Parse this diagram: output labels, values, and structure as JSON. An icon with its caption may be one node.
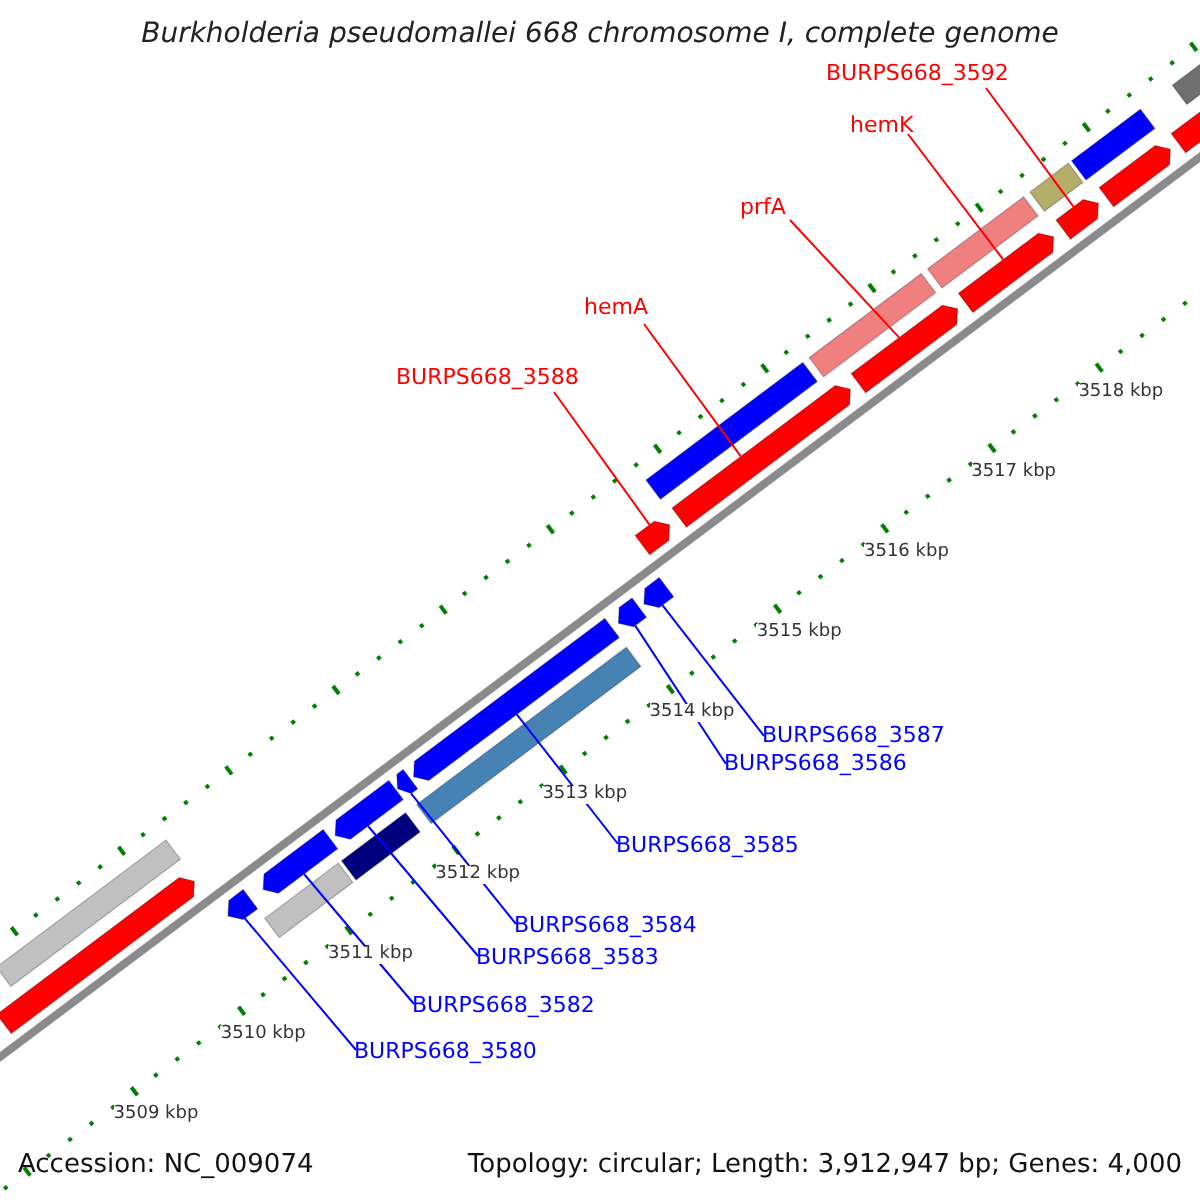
{
  "diagram": {
    "title": "Burkholderia pseudomallei 668 chromosome I, complete genome",
    "nodes": [
      {
        "text": [
          "BURPS668_3592"
        ]
      },
      {
        "text": [
          "hemK"
        ]
      },
      {
        "text": [
          "prfA"
        ]
      },
      {
        "text": [
          "hemA"
        ]
      },
      {
        "text": [
          "BURPS668_3588"
        ]
      },
      {
        "text": [
          "BURPS668_3587"
        ]
      },
      {
        "text": [
          "BURPS668_3586"
        ]
      },
      {
        "text": [
          "BURPS668_3585"
        ]
      },
      {
        "text": [
          "BURPS668_3584"
        ]
      },
      {
        "text": [
          "BURPS668_3583"
        ]
      },
      {
        "text": [
          "BURPS668_3582"
        ]
      },
      {
        "text": [
          "BURPS668_3580"
        ]
      },
      {
        "text": [],
        "shape": "bar"
      },
      {
        "text": [],
        "shape": "bar"
      },
      {
        "text": [],
        "shape": "bar"
      },
      {
        "text": [],
        "shape": "bar"
      },
      {
        "text": [],
        "shape": "bar"
      },
      {
        "text": [],
        "shape": "bar"
      },
      {
        "text": [],
        "shape": "bar"
      },
      {
        "text": [],
        "shape": "bar"
      },
      {
        "text": [],
        "shape": "bar"
      },
      {
        "text": [],
        "shape": "bar"
      },
      {
        "text": [],
        "shape": "bar"
      },
      {
        "text": [],
        "shape": "bar"
      },
      {
        "text": [],
        "shape": "bar"
      },
      {
        "text": [],
        "shape": "bar"
      },
      {
        "text": [],
        "shape": "bar"
      },
      {
        "text": [],
        "shape": "bar"
      },
      {
        "text": [],
        "shape": "bar"
      },
      {
        "text": [],
        "shape": "bar"
      },
      {
        "text": [],
        "shape": "bar"
      },
      {
        "text": [],
        "shape": "bar"
      },
      {
        "text": [],
        "shape": "bar"
      },
      {
        "text": [],
        "shape": "bar"
      },
      {
        "text": [],
        "shape": "bar"
      },
      {
        "text": [],
        "shape": "bar"
      },
      {
        "text": [],
        "shape": "bar"
      }
    ],
    "edges": [
      {
        "from": 0,
        "to": 23,
        "arrow": "none",
        "color": "#ff0000"
      },
      {
        "from": 1,
        "to": 22,
        "arrow": "none",
        "color": "#ff0000"
      },
      {
        "from": 2,
        "to": 21,
        "arrow": "none",
        "color": "#ff0000"
      },
      {
        "from": 3,
        "to": 20,
        "arrow": "none",
        "color": "#ff0000"
      },
      {
        "from": 4,
        "to": 19,
        "arrow": "none",
        "color": "#ff0000"
      },
      {
        "from": 5,
        "to": 18,
        "arrow": "none"
      },
      {
        "from": 6,
        "to": 17,
        "arrow": "none"
      },
      {
        "from": 7,
        "to": 16,
        "arrow": "none"
      },
      {
        "from": 8,
        "to": 15,
        "arrow": "none"
      },
      {
        "from": 9,
        "to": 14,
        "arrow": "none"
      },
      {
        "from": 10,
        "to": 13,
        "arrow": "none"
      },
      {
        "from": 11,
        "to": 12,
        "arrow": "none"
      }
    ],
    "labels": [
      "3518 kbp",
      "3517 kbp",
      "3516 kbp",
      "3515 kbp",
      "3514 kbp",
      "3513 kbp",
      "3512 kbp",
      "3511 kbp",
      "3510 kbp",
      "3509 kbp",
      "Accession: NC_009074",
      "Topology: circular; Length: 3,912,947 bp; Genes: 4,000"
    ]
  }
}
